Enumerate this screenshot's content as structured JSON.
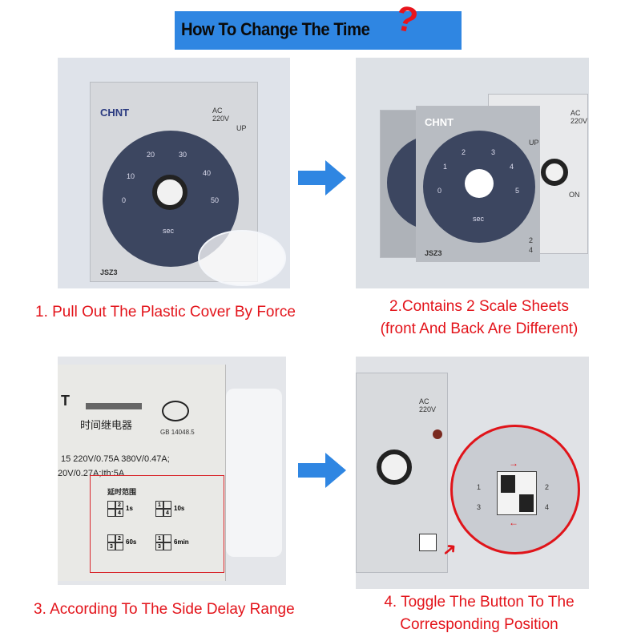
{
  "header": {
    "title": "How To Change The Time",
    "title_mark": "?"
  },
  "steps": [
    {
      "caption_lines": [
        "1. Pull Out The Plastic Cover By Force"
      ],
      "device": {
        "brand": "CHNT",
        "ac_label": "AC 220V",
        "up_label": "UP",
        "model": "JSZ3",
        "unit": "sec",
        "dial_numbers": [
          "0",
          "10",
          "20",
          "30",
          "40",
          "50"
        ]
      }
    },
    {
      "caption_lines": [
        "2.Contains 2 Scale Sheets",
        "(front And Back Are Different)"
      ],
      "device": {
        "brand": "CHNT",
        "ac_label": "AC 220V",
        "up_label": "UP",
        "on_label": "ON",
        "model": "JSZ3",
        "unit": "sec",
        "dial_numbers": [
          "0",
          "1",
          "2",
          "3",
          "4",
          "5"
        ],
        "switch_numbers": [
          "2",
          "4"
        ]
      }
    },
    {
      "caption_lines": [
        "3. According To The Side Delay Range"
      ],
      "label": {
        "brand": "T",
        "type_cn": "时间继电器",
        "cert": "GB 14048.5",
        "spec_line1": "15  220V/0.75A  380V/0.47A;",
        "spec_line2": "20V/0.27A;Ith:5A",
        "range_title": "延时范围",
        "ranges": [
          {
            "value": "1s",
            "cells": [
              "",
              "2",
              "",
              "4"
            ]
          },
          {
            "value": "10s",
            "cells": [
              "1",
              "",
              "",
              "4"
            ]
          },
          {
            "value": "60s",
            "cells": [
              "",
              "2",
              "3",
              ""
            ]
          },
          {
            "value": "6min",
            "cells": [
              "1",
              "",
              "3",
              ""
            ]
          }
        ]
      }
    },
    {
      "caption_lines": [
        "4. Toggle The Button To The",
        "Corresponding Position"
      ],
      "device": {
        "ac_label": "AC 220V",
        "switch_numbers": [
          "1",
          "3",
          "2",
          "4"
        ]
      }
    }
  ],
  "colors": {
    "banner": "#2f86e2",
    "caption": "#e3141b",
    "arrow": "#2f86e2",
    "highlight": "#e0141a"
  }
}
